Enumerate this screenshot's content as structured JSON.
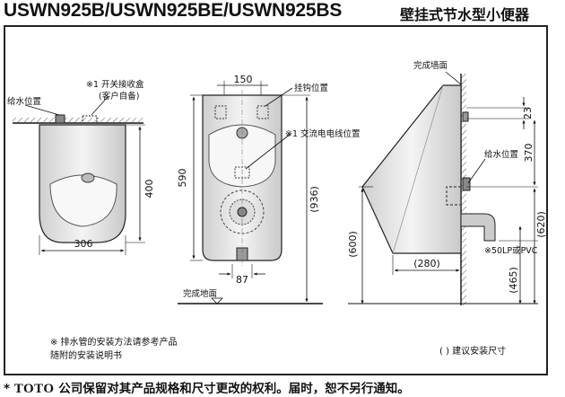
{
  "header": {
    "model": "USWN925B/USWN925BE/USWN925BS",
    "product": "壁挂式节水型小便器"
  },
  "left_view": {
    "supply_label": "给水位置",
    "box_note_line1": "※1 开关接收盒",
    "box_note_line2": "(客户自备)",
    "dim_height": "400",
    "dim_width": "306"
  },
  "front_view": {
    "dim_top_width": "150",
    "hook_label": "挂钩位置",
    "ac_label": "※1 交流电电线位置",
    "dim_590": "590",
    "dim_936": "(936)",
    "dim_87": "87",
    "floor_label": "完成地面"
  },
  "side_view": {
    "wall_label": "完成墙面",
    "supply_label": "给水位置",
    "dim_23": "23",
    "dim_370": "370",
    "dim_620": "(620)",
    "dim_600": "(600)",
    "dim_280": "(280)",
    "dim_465": "(465)",
    "drain_label": "※50LP或PVC"
  },
  "notes": {
    "drain_line1": "※ 排水管的安装方法请参考产品",
    "drain_line2": "随附的安装说明书",
    "bracket_note": "( ) 建议安装尺寸"
  },
  "footer": {
    "star": "*",
    "brand": "TOTO",
    "text": "公司保留对其产品规格和尺寸更改的权利。届时，恕不另行通知。"
  }
}
